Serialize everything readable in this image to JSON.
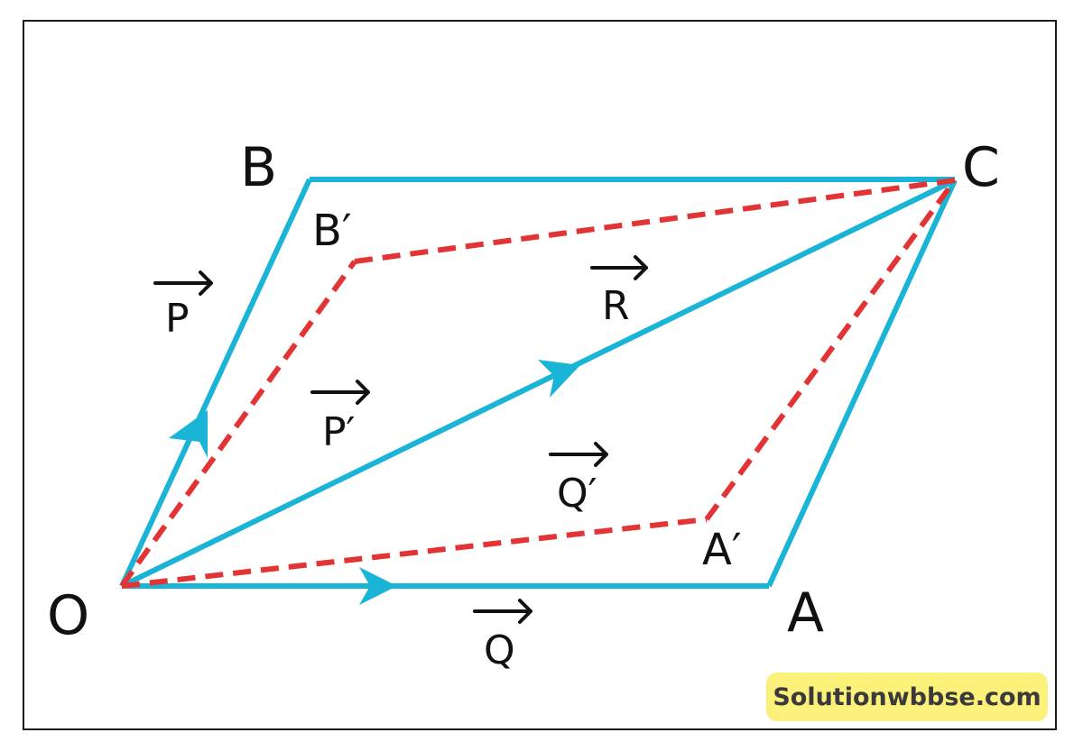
{
  "colors": {
    "solid": "#1ab4d6",
    "dashed": "#e23434",
    "text": "#111111",
    "badge": "#fbf07a"
  },
  "points": {
    "O": "O",
    "A": "A",
    "B": "B",
    "C": "C",
    "A_prime": "A′",
    "B_prime": "B′"
  },
  "vectors": {
    "P": "P",
    "Q": "Q",
    "R": "R",
    "P_prime": "P′",
    "Q_prime": "Q′"
  },
  "watermark": "Solutionwbbse.com"
}
